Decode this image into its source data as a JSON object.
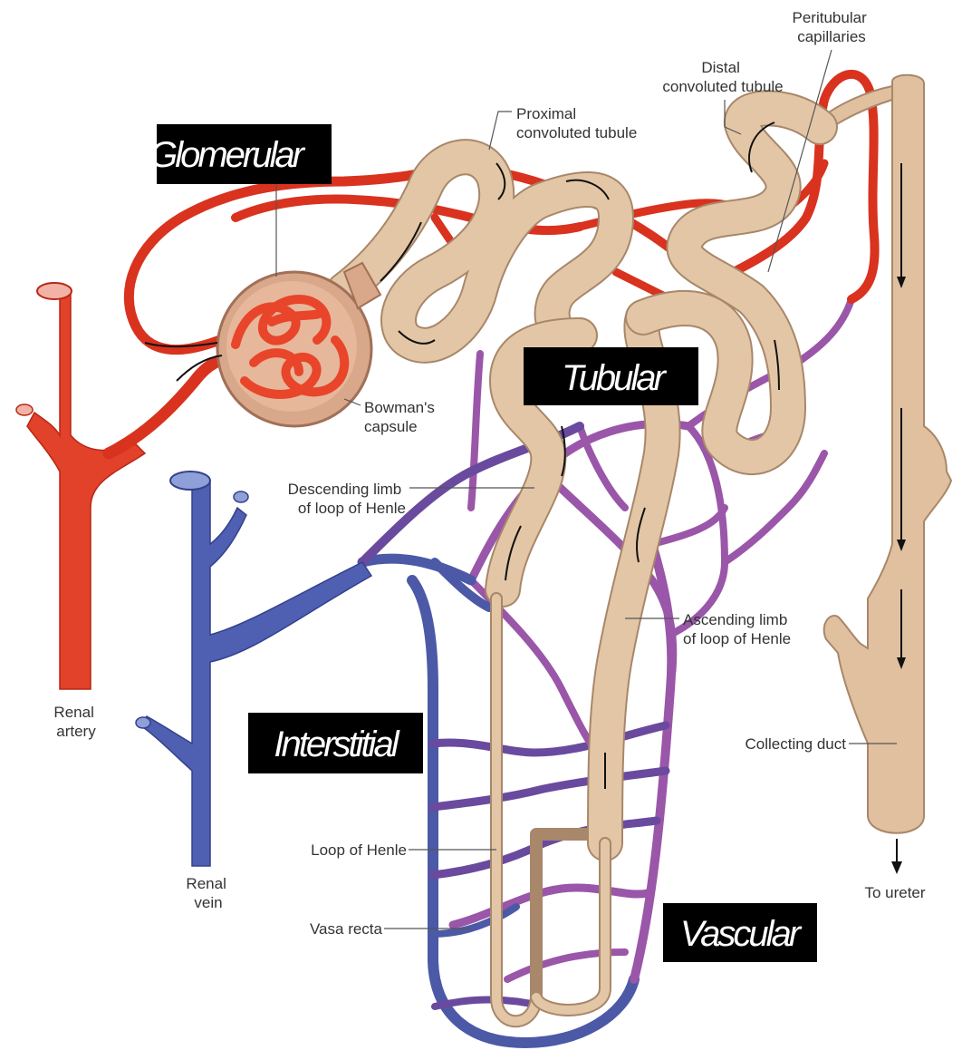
{
  "labels": {
    "peritubular_capillaries": [
      "Peritubular",
      "capillaries"
    ],
    "distal_convoluted_tubule": [
      "Distal",
      "convoluted tubule"
    ],
    "proximal_convoluted_tubule": [
      "Proximal",
      "convoluted tubule"
    ],
    "bowmans_capsule": [
      "Bowman's",
      "capsule"
    ],
    "descending_limb": [
      "Descending limb",
      "of loop of Henle"
    ],
    "ascending_limb": [
      "Ascending limb",
      "of loop of Henle"
    ],
    "renal_artery": [
      "Renal",
      "artery"
    ],
    "renal_vein": [
      "Renal",
      "vein"
    ],
    "collecting_duct": "Collecting duct",
    "loop_of_henle": "Loop of Henle",
    "vasa_recta": "Vasa recta",
    "to_ureter": "To ureter"
  },
  "callouts": {
    "glomerular": "Glomerular",
    "tubular": "Tubular",
    "interstitial": "Interstitial",
    "vascular": "Vascular"
  },
  "colors": {
    "artery": "#e2412a",
    "vein": "#4f5fb2",
    "capillary": "#9a56a8",
    "tubule": "#e0c09f",
    "callout_box": "#000000",
    "callout_text": "#ffffff"
  }
}
